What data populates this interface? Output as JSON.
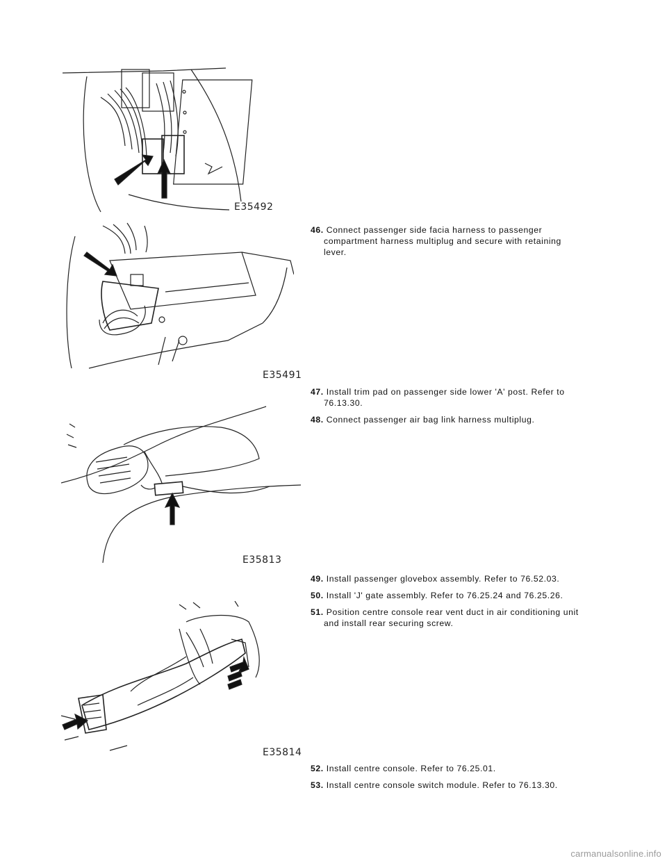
{
  "figures": [
    {
      "id": "fig1",
      "code": "E35492"
    },
    {
      "id": "fig2",
      "code": "E35491"
    },
    {
      "id": "fig3",
      "code": "E35813"
    },
    {
      "id": "fig4",
      "code": "E35814"
    }
  ],
  "steps": [
    {
      "num": "46.",
      "line1": "Connect passenger side facia harness to passenger",
      "line2": "compartment harness multiplug and secure with retaining",
      "line3": "lever."
    },
    {
      "num": "47.",
      "line1": "Install trim pad on passenger side lower 'A' post. Refer to",
      "line2": "76.13.30."
    },
    {
      "num": "48.",
      "line1": "Connect passenger air bag link harness multiplug."
    },
    {
      "num": "49.",
      "line1": "Install passenger glovebox assembly. Refer to 76.52.03."
    },
    {
      "num": "50.",
      "line1": "Install 'J' gate assembly. Refer to 76.25.24 and 76.25.26."
    },
    {
      "num": "51.",
      "line1": "Position centre console rear vent duct in air conditioning unit",
      "line2": "and install rear securing screw."
    },
    {
      "num": "52.",
      "line1": "Install centre console. Refer to 76.25.01."
    },
    {
      "num": "53.",
      "line1": "Install centre console switch module. Refer to 76.13.30."
    }
  ],
  "watermark": "carmanualsonline.info"
}
